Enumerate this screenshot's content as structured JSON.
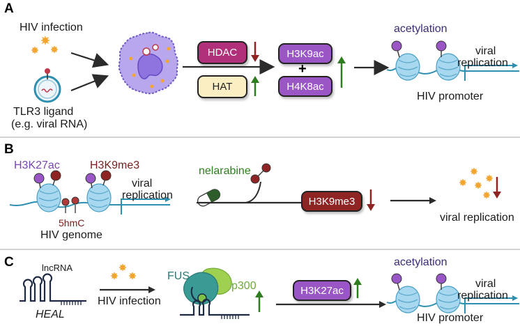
{
  "panel_a": {
    "letter": "A",
    "hiv_infection": "HIV infection",
    "tlr3_line1": "TLR3 ligand",
    "tlr3_line2": "(e.g. viral RNA)",
    "hdac": "HDAC",
    "hat": "HAT",
    "h3k9ac": "H3K9ac",
    "plus": "+",
    "h4k8ac": "H4K8ac",
    "acetylation": "acetylation",
    "viral": "viral",
    "replication": "replication",
    "promoter": "HIV promoter"
  },
  "panel_b": {
    "letter": "B",
    "h3k27ac": "H3K27ac",
    "h3k9me3_top": "H3K9me3",
    "viral": "viral",
    "replication": "replication",
    "hmc": "5hmC",
    "genome": "HIV genome",
    "drug": "nelarabine",
    "h3k9me3_pill": "H3K9me3",
    "result": "viral replication"
  },
  "panel_c": {
    "letter": "C",
    "lncrna": "lncRNA",
    "heal": "HEAL",
    "hiv_infection": "HIV infection",
    "fus": "FUS",
    "p300": "p300",
    "h3k27ac": "H3K27ac",
    "acetylation": "acetylation",
    "viral": "viral",
    "replication": "replication",
    "promoter": "HIV promoter"
  },
  "colors": {
    "purple": "#9b56c6",
    "maroon": "#8e2424",
    "magenta": "#b1307a",
    "green": "#2e7d1f",
    "nucleosome": "#a8d8ef",
    "dna": "#2f8fb0",
    "virus": "#f2a531",
    "cell": "#b9a7ee"
  }
}
